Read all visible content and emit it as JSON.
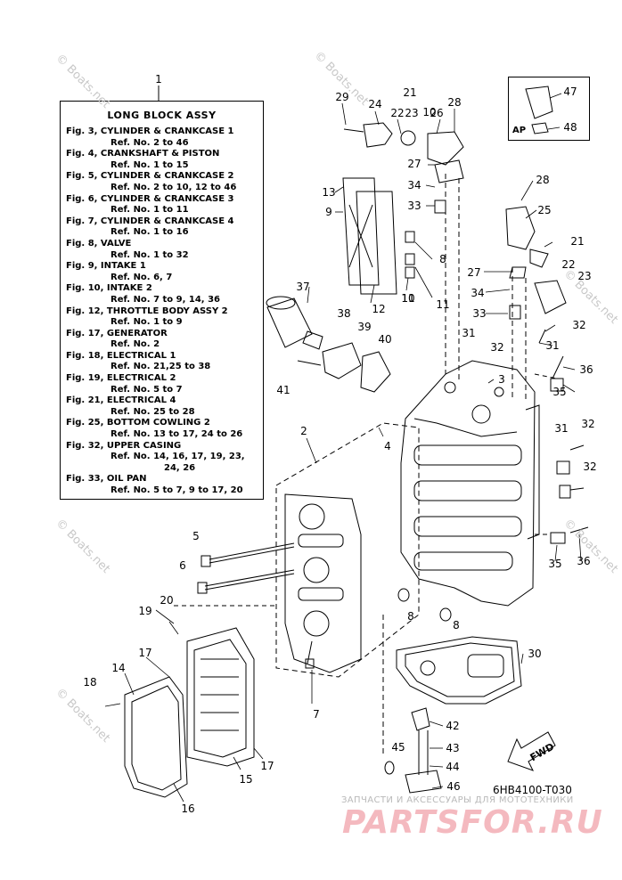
{
  "legend": {
    "number": "1",
    "title": "LONG  BLOCK ASSY",
    "lines": [
      {
        "text": "Fig. 3, CYLINDER & CRANKCASE 1",
        "kind": "fig"
      },
      {
        "text": "Ref. No. 2 to 46",
        "kind": "ref"
      },
      {
        "text": "Fig. 4, CRANKSHAFT & PISTON",
        "kind": "fig"
      },
      {
        "text": "Ref. No. 1 to 15",
        "kind": "ref"
      },
      {
        "text": "Fig. 5, CYLINDER & CRANKCASE 2",
        "kind": "fig"
      },
      {
        "text": "Ref. No. 2 to 10, 12 to 46",
        "kind": "ref"
      },
      {
        "text": "Fig. 6, CYLINDER & CRANKCASE 3",
        "kind": "fig"
      },
      {
        "text": "Ref. No. 1 to 11",
        "kind": "ref"
      },
      {
        "text": "Fig. 7, CYLINDER & CRANKCASE 4",
        "kind": "fig"
      },
      {
        "text": "Ref. No. 1 to 16",
        "kind": "ref"
      },
      {
        "text": "Fig. 8, VALVE",
        "kind": "fig"
      },
      {
        "text": "Ref. No. 1 to 32",
        "kind": "ref"
      },
      {
        "text": "Fig. 9, INTAKE 1",
        "kind": "fig"
      },
      {
        "text": "Ref. No. 6, 7",
        "kind": "ref"
      },
      {
        "text": "Fig. 10, INTAKE 2",
        "kind": "fig"
      },
      {
        "text": "Ref. No. 7 to 9, 14, 36",
        "kind": "ref"
      },
      {
        "text": "Fig. 12, THROTTLE BODY ASSY 2",
        "kind": "fig"
      },
      {
        "text": "Ref. No. 1 to 9",
        "kind": "ref"
      },
      {
        "text": "Fig. 17, GENERATOR",
        "kind": "fig"
      },
      {
        "text": "Ref. No. 2",
        "kind": "ref"
      },
      {
        "text": "Fig. 18, ELECTRICAL 1",
        "kind": "fig"
      },
      {
        "text": "Ref. No. 21,25 to 38",
        "kind": "ref"
      },
      {
        "text": "Fig. 19, ELECTRICAL 2",
        "kind": "fig"
      },
      {
        "text": "Ref. No. 5 to 7",
        "kind": "ref"
      },
      {
        "text": "Fig. 21, ELECTRICAL 4",
        "kind": "fig"
      },
      {
        "text": "Ref. No. 25 to 28",
        "kind": "ref"
      },
      {
        "text": "Fig. 25, BOTTOM COWLING 2",
        "kind": "fig"
      },
      {
        "text": "Ref. No. 13 to 17, 24 to 26",
        "kind": "ref"
      },
      {
        "text": "Fig. 32, UPPER CASING",
        "kind": "fig"
      },
      {
        "text": "Ref. No. 14, 16, 17, 19, 23,",
        "kind": "ref"
      },
      {
        "text": "24, 26",
        "kind": "cont"
      },
      {
        "text": "Fig. 33, OIL PAN",
        "kind": "fig"
      },
      {
        "text": "Ref. No. 5 to 7, 9 to 17, 20",
        "kind": "ref"
      }
    ]
  },
  "callouts": [
    "29",
    "24",
    "21",
    "22",
    "23",
    "26",
    "28",
    "27",
    "34",
    "33",
    "13",
    "9",
    "10",
    "11",
    "8",
    "10",
    "11",
    "12",
    "37",
    "38",
    "39",
    "40",
    "41",
    "2",
    "4",
    "3",
    "31",
    "32",
    "31",
    "36",
    "35",
    "31",
    "32",
    "32",
    "36",
    "35",
    "5",
    "6",
    "20",
    "19",
    "18",
    "14",
    "17",
    "16",
    "15",
    "17",
    "7",
    "8",
    "8",
    "30",
    "42",
    "43",
    "44",
    "45",
    "46",
    "28",
    "25",
    "21",
    "22",
    "23",
    "27",
    "34",
    "33",
    "32",
    "47",
    "48"
  ],
  "inset": {
    "label": "AP"
  },
  "fwd": "FWD",
  "diagram_code": "6HB4100-T030",
  "watermark": {
    "caption": "ЗАПЧАСТИ И АКСЕССУАРЫ ДЛЯ МОТОТЕХНИКИ",
    "site": "PARTSFOR.RU",
    "stamp": "© Boats.net"
  },
  "colors": {
    "line": "#000000",
    "watermark_red": "#e23a4a",
    "watermark_gray": "#c8c8c8"
  }
}
